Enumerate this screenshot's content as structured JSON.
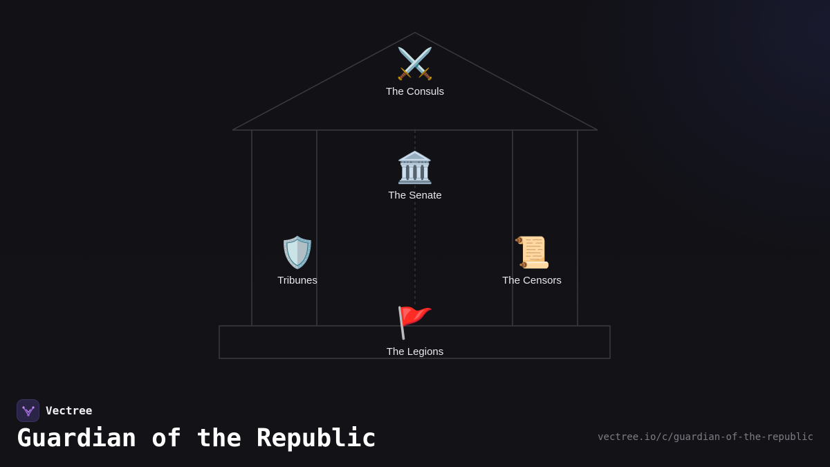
{
  "nodes": {
    "consuls": {
      "label": "The Consuls",
      "icon": "⚔️",
      "icon_name": "crossed-swords-icon"
    },
    "senate": {
      "label": "The Senate",
      "icon": "🏛️",
      "icon_name": "classical-building-icon"
    },
    "tribunes": {
      "label": "Tribunes",
      "icon": "🛡️",
      "icon_name": "shield-icon"
    },
    "censors": {
      "label": "The Censors",
      "icon": "📜",
      "icon_name": "scroll-icon"
    },
    "legions": {
      "label": "The Legions",
      "icon": "🚩",
      "icon_name": "red-flag-icon"
    }
  },
  "brand": {
    "name": "Vectree",
    "logo_icon": "vectree-logo-icon"
  },
  "title": "Guardian of the Republic",
  "url": "vectree.io/c/guardian-of-the-republic",
  "colors": {
    "background": "#111116",
    "line": "#3a3a40",
    "label": "#e6e6ea",
    "brand_accent": "#a066e0"
  }
}
